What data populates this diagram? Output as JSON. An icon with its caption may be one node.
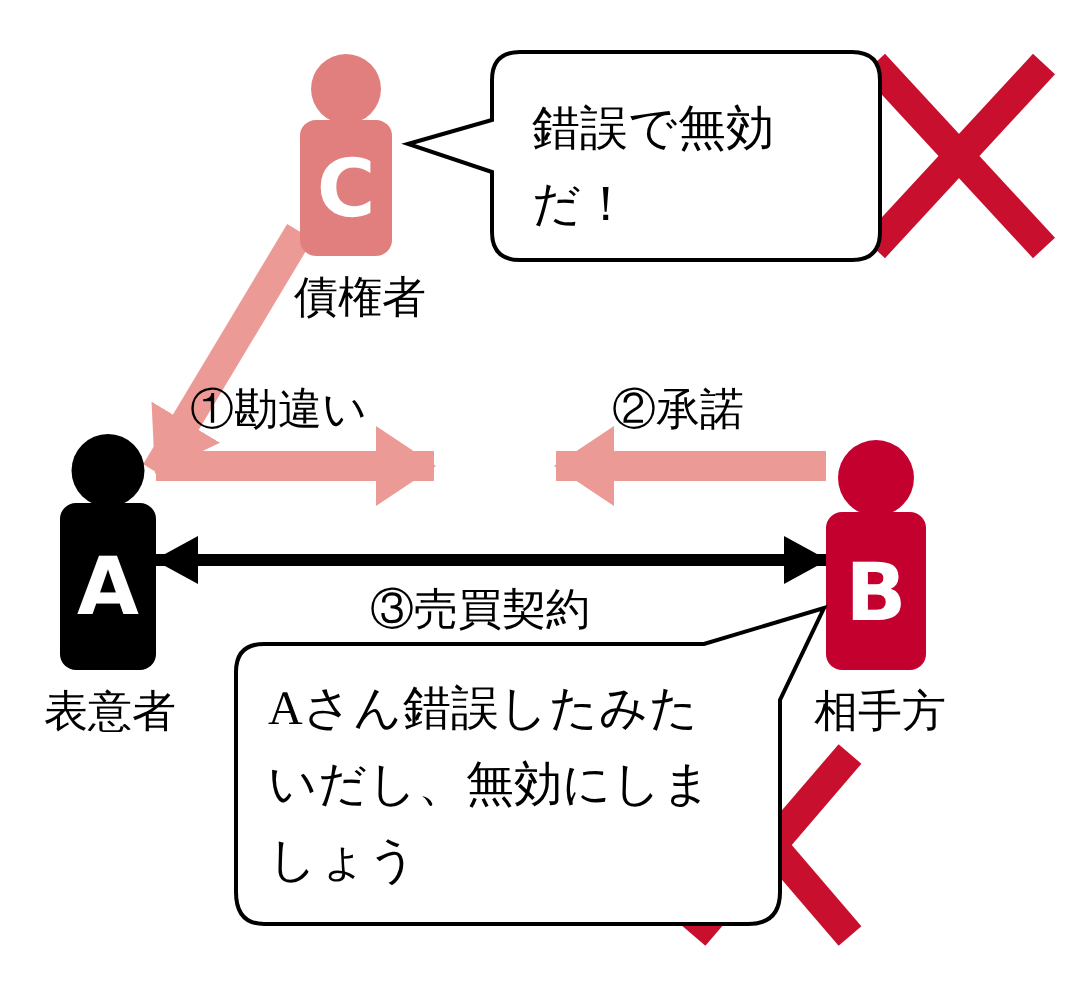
{
  "diagram": {
    "nodes": [
      {
        "text": [
          "C"
        ],
        "beside": [
          "債権者"
        ]
      },
      {
        "text": [
          "錯誤で無効だ！"
        ]
      },
      {
        "text": [
          "A"
        ],
        "beside": [
          "表意者"
        ]
      },
      {
        "text": [
          "B"
        ],
        "beside": [
          "相手方"
        ]
      },
      {
        "text": [
          "Aさん錯誤したみたいだし、無効にしましょう"
        ]
      }
    ],
    "edges": [
      {
        "from": 0,
        "to": 2,
        "arrow": "to",
        "color": "#ec9a96"
      },
      {
        "from": 2,
        "to": null,
        "arrow": "to",
        "color": "#ec9a96",
        "label": "①勘違い"
      },
      {
        "from": 3,
        "to": null,
        "arrow": "to",
        "color": "#ec9a96",
        "label": "②承諾"
      },
      {
        "from": 2,
        "to": 3,
        "arrow": "both",
        "color": "#000000",
        "label": "③売買契約"
      }
    ]
  }
}
